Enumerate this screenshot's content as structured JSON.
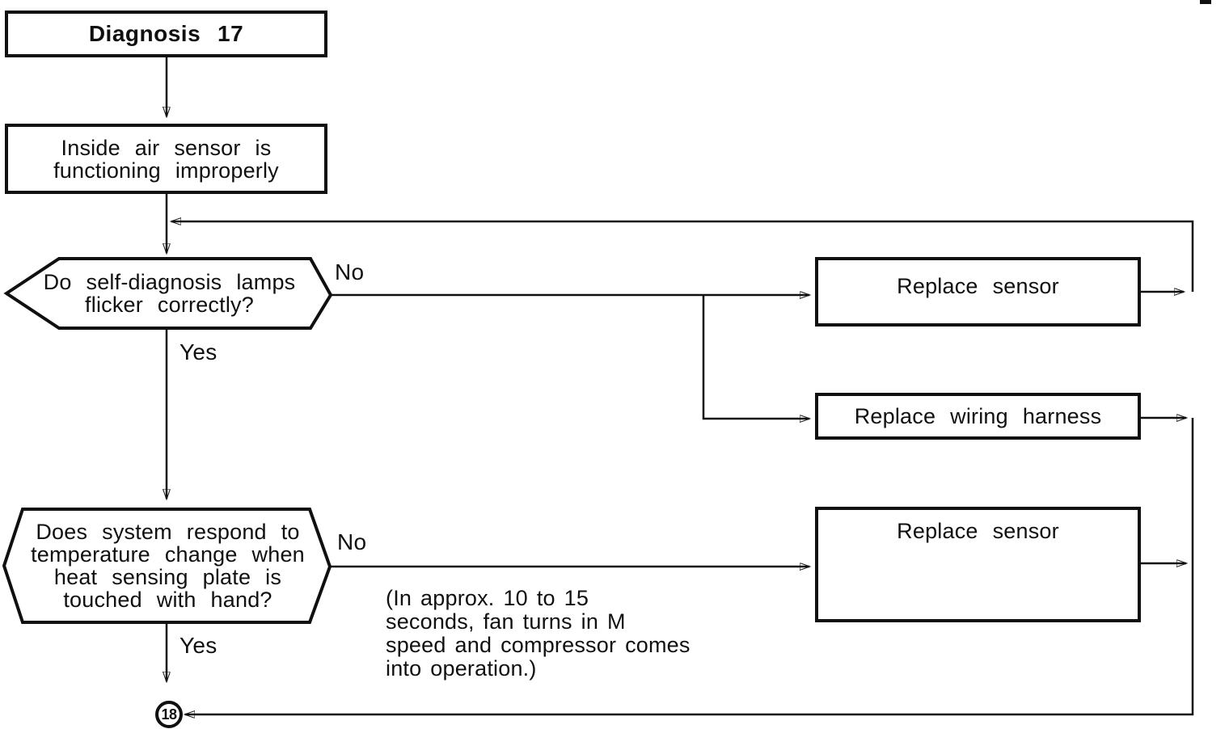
{
  "page": {
    "background_color": "#ffffff",
    "line_color": "#101010"
  },
  "title_box": {
    "label": "Diagnosis 17"
  },
  "start_box": {
    "label": "Inside air sensor is\nfunctioning improperly"
  },
  "decision1": {
    "question": "Do self-diagnosis lamps\nflicker correctly?",
    "no_label": "No",
    "yes_label": "Yes"
  },
  "actions": {
    "replace_sensor_1": {
      "label": "Replace sensor"
    },
    "replace_wiring_harness": {
      "label": "Replace wiring harness"
    },
    "replace_sensor_2": {
      "label": "Replace sensor"
    }
  },
  "decision2": {
    "question": "Does system respond to\ntemperature change when\nheat sensing plate is\ntouched with hand?",
    "no_label": "No",
    "yes_label": "Yes"
  },
  "note": {
    "text": "(In approx. 10 to 15\nseconds, fan turns in M\nspeed and compressor comes\ninto operation.)"
  },
  "connector": {
    "label": "18"
  }
}
